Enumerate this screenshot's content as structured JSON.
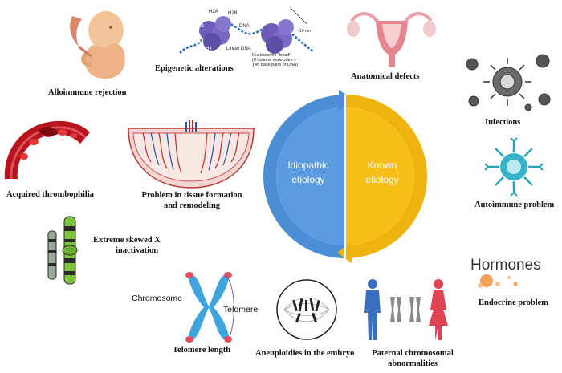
{
  "center": {
    "left_label_line1": "Idiopathic",
    "left_label_line2": "etiology",
    "right_label_line1": "Known",
    "right_label_line2": "etiology",
    "left_color": "#4A8FD6",
    "right_color": "#F6BE16"
  },
  "labels": {
    "alloimmune": "Alloimmune rejection",
    "epigenetic": "Epigenetic alterations",
    "anatomical": "Anatomical defects",
    "infections": "Infections",
    "thrombophilia": "Acquired thrombophilia",
    "tissue_line1": "Problem in tissue formation",
    "tissue_line2": "and remodeling",
    "autoimmune": "Autoimmune problem",
    "skewed_line1": "Extreme skewed X",
    "skewed_line2": "inactivation",
    "endocrine": "Endocrine problem",
    "telomere_length": "Telomere length",
    "aneuploidies": "Aneuploidies in the embryo",
    "paternal_line1": "Paternal chromosomal",
    "paternal_line2": "abnormalities"
  },
  "telomere_art": {
    "chromosome": "Chromosome",
    "telomere": "Telomere"
  },
  "hormones_art": {
    "word": "Hormones"
  },
  "nucleosome_art": {
    "h2a": "H2A",
    "h2b": "H2B",
    "h3": "H3",
    "h4": "H4",
    "dna": "DNA",
    "linker": "Linker DNA",
    "scale": "~10 nm",
    "bead_line1": "Nucleosome \"bead\"",
    "bead_line2": "(8 histone molecules +",
    "bead_line3": "146 base pairs of DNA)"
  }
}
